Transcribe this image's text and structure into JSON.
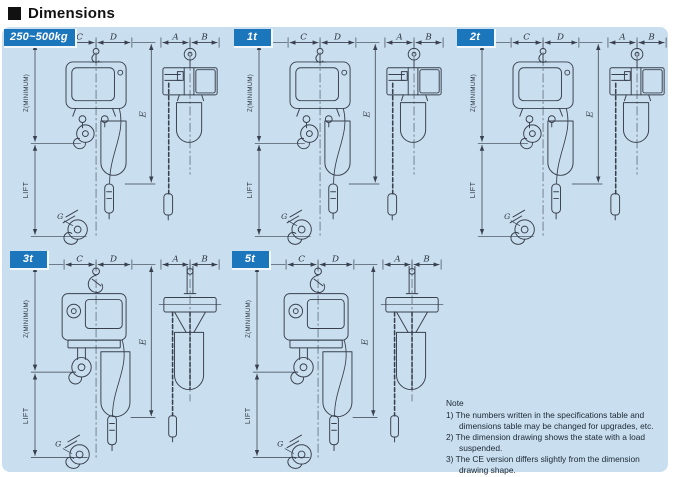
{
  "page": {
    "title": "Dimensions"
  },
  "colors": {
    "panel_bg": "#c9dff0",
    "label_bg": "#1b76bc",
    "label_fg": "#ffffff",
    "line": "#39404d"
  },
  "dim_labels": {
    "c": "C",
    "d": "D",
    "a": "A",
    "b": "B",
    "e": "E",
    "z": "Z(MINIMUM)",
    "lift": "LIFT",
    "g": "G"
  },
  "sections": [
    {
      "label": "250~500kg"
    },
    {
      "label": "1t"
    },
    {
      "label": "2t"
    },
    {
      "label": "3t"
    },
    {
      "label": "5t"
    }
  ],
  "note": {
    "title": "Note",
    "items": [
      "1) The numbers written in the specifications table and dimensions table may be changed for upgrades, etc.",
      "2) The dimension drawing shows the state with a load suspended.",
      "3) The CE version differs slightly from the dimension drawing shape."
    ]
  }
}
